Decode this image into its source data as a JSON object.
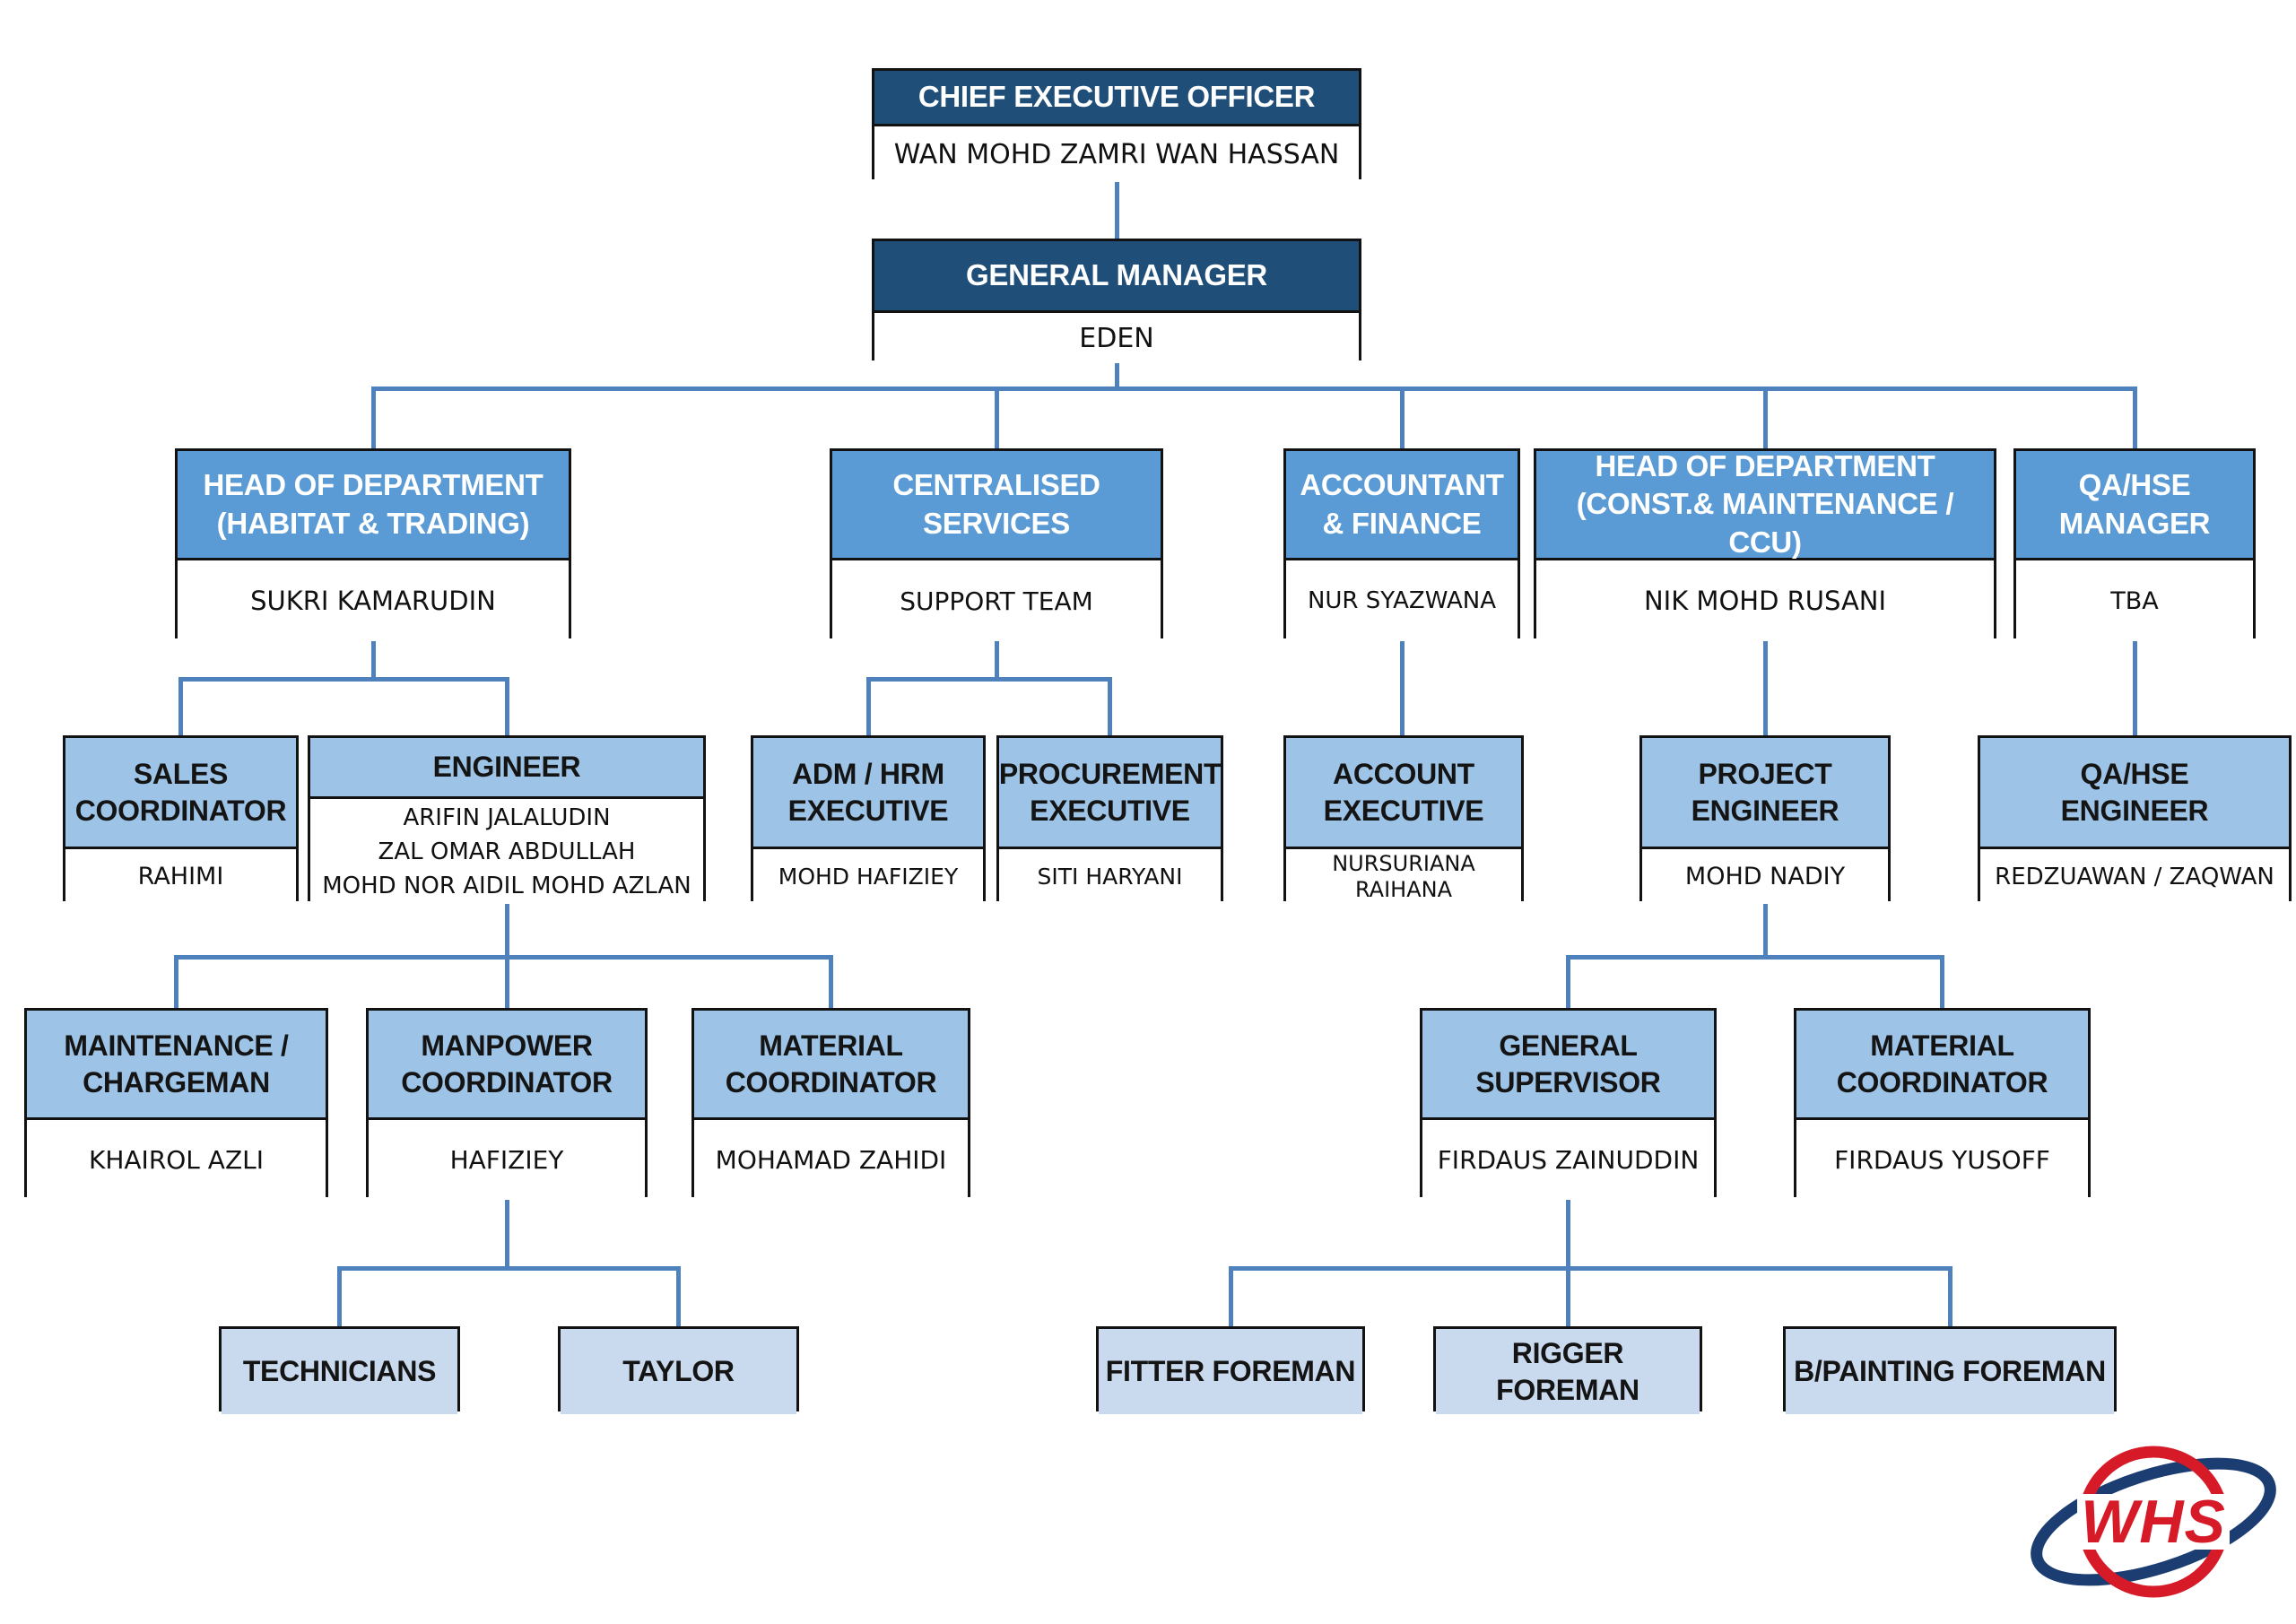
{
  "palette": {
    "navy": "#1F4E79",
    "blue": "#5B9BD5",
    "light_blue": "#9DC3E6",
    "pale_blue": "#C9D9EE",
    "line": "#4F81BD",
    "logo_red": "#D71A28",
    "logo_navy": "#1C3D72"
  },
  "logo": {
    "text": "WHS"
  },
  "nodes": [
    {
      "id": "ceo",
      "style": "navy",
      "title_lines": [
        "CHIEF EXECUTIVE OFFICER"
      ],
      "name_lines": [
        "WAN MOHD ZAMRI WAN HASSAN"
      ]
    },
    {
      "id": "gm",
      "style": "navy",
      "title_lines": [
        "GENERAL MANAGER"
      ],
      "name_lines": [
        "EDEN"
      ]
    },
    {
      "id": "hod_ht",
      "style": "blue",
      "title_lines": [
        "HEAD OF DEPARTMENT",
        "(HABITAT & TRADING)"
      ],
      "name_lines": [
        "SUKRI KAMARUDIN"
      ]
    },
    {
      "id": "cs",
      "style": "blue",
      "title_lines": [
        "CENTRALISED SERVICES"
      ],
      "name_lines": [
        "SUPPORT TEAM"
      ]
    },
    {
      "id": "af",
      "style": "blue",
      "title_lines": [
        "ACCOUNTANT",
        "& FINANCE"
      ],
      "name_lines": [
        "NUR SYAZWANA"
      ]
    },
    {
      "id": "hod_cm",
      "style": "blue",
      "title_lines": [
        "HEAD OF DEPARTMENT",
        "(CONST.& MAINTENANCE / CCU)"
      ],
      "name_lines": [
        "NIK MOHD RUSANI"
      ]
    },
    {
      "id": "qam",
      "style": "blue",
      "title_lines": [
        "QA/HSE",
        "MANAGER"
      ],
      "name_lines": [
        "TBA"
      ]
    },
    {
      "id": "sales",
      "style": "light",
      "title_lines": [
        "SALES",
        "COORDINATOR"
      ],
      "name_lines": [
        "RAHIMI"
      ]
    },
    {
      "id": "eng",
      "style": "light",
      "title_lines": [
        "ENGINEER"
      ],
      "name_lines": [
        "ARIFIN JALALUDIN",
        "ZAL OMAR ABDULLAH",
        "MOHD NOR AIDIL MOHD AZLAN"
      ]
    },
    {
      "id": "adm",
      "style": "light",
      "title_lines": [
        "ADM / HRM",
        "EXECUTIVE"
      ],
      "name_lines": [
        "MOHD HAFIZIEY"
      ]
    },
    {
      "id": "proc",
      "style": "light",
      "title_lines": [
        "PROCUREMENT",
        "EXECUTIVE"
      ],
      "name_lines": [
        "SITI HARYANI"
      ]
    },
    {
      "id": "acct",
      "style": "light",
      "title_lines": [
        "ACCOUNT",
        "EXECUTIVE"
      ],
      "name_lines": [
        "NURSURIANA",
        "RAIHANA"
      ]
    },
    {
      "id": "pe",
      "style": "light",
      "title_lines": [
        "PROJECT",
        "ENGINEER"
      ],
      "name_lines": [
        "MOHD NADIY"
      ]
    },
    {
      "id": "qae",
      "style": "light",
      "title_lines": [
        "QA/HSE",
        "ENGINEER"
      ],
      "name_lines": [
        "REDZUAWAN / ZAQWAN"
      ]
    },
    {
      "id": "maint",
      "style": "light",
      "title_lines": [
        "MAINTENANCE /",
        "CHARGEMAN"
      ],
      "name_lines": [
        "KHAIROL AZLI"
      ]
    },
    {
      "id": "manp",
      "style": "light",
      "title_lines": [
        "MANPOWER",
        "COORDINATOR"
      ],
      "name_lines": [
        "HAFIZIEY"
      ]
    },
    {
      "id": "matl",
      "style": "light",
      "title_lines": [
        "MATERIAL",
        "COORDINATOR"
      ],
      "name_lines": [
        "MOHAMAD ZAHIDI"
      ]
    },
    {
      "id": "gs",
      "style": "light",
      "title_lines": [
        "GENERAL",
        "SUPERVISOR"
      ],
      "name_lines": [
        "FIRDAUS ZAINUDDIN"
      ]
    },
    {
      "id": "matr",
      "style": "light",
      "title_lines": [
        "MATERIAL",
        "COORDINATOR"
      ],
      "name_lines": [
        "FIRDAUS YUSOFF"
      ]
    },
    {
      "id": "tech",
      "style": "pale",
      "title_lines": [
        "TECHNICIANS"
      ],
      "name_lines": []
    },
    {
      "id": "taylor",
      "style": "pale",
      "title_lines": [
        "TAYLOR"
      ],
      "name_lines": []
    },
    {
      "id": "fitter",
      "style": "pale",
      "title_lines": [
        "FITTER FOREMAN"
      ],
      "name_lines": []
    },
    {
      "id": "rigger",
      "style": "pale",
      "title_lines": [
        "RIGGER FOREMAN"
      ],
      "name_lines": []
    },
    {
      "id": "bpaint",
      "style": "pale",
      "title_lines": [
        "B/PAINTING FOREMAN"
      ],
      "name_lines": []
    }
  ]
}
